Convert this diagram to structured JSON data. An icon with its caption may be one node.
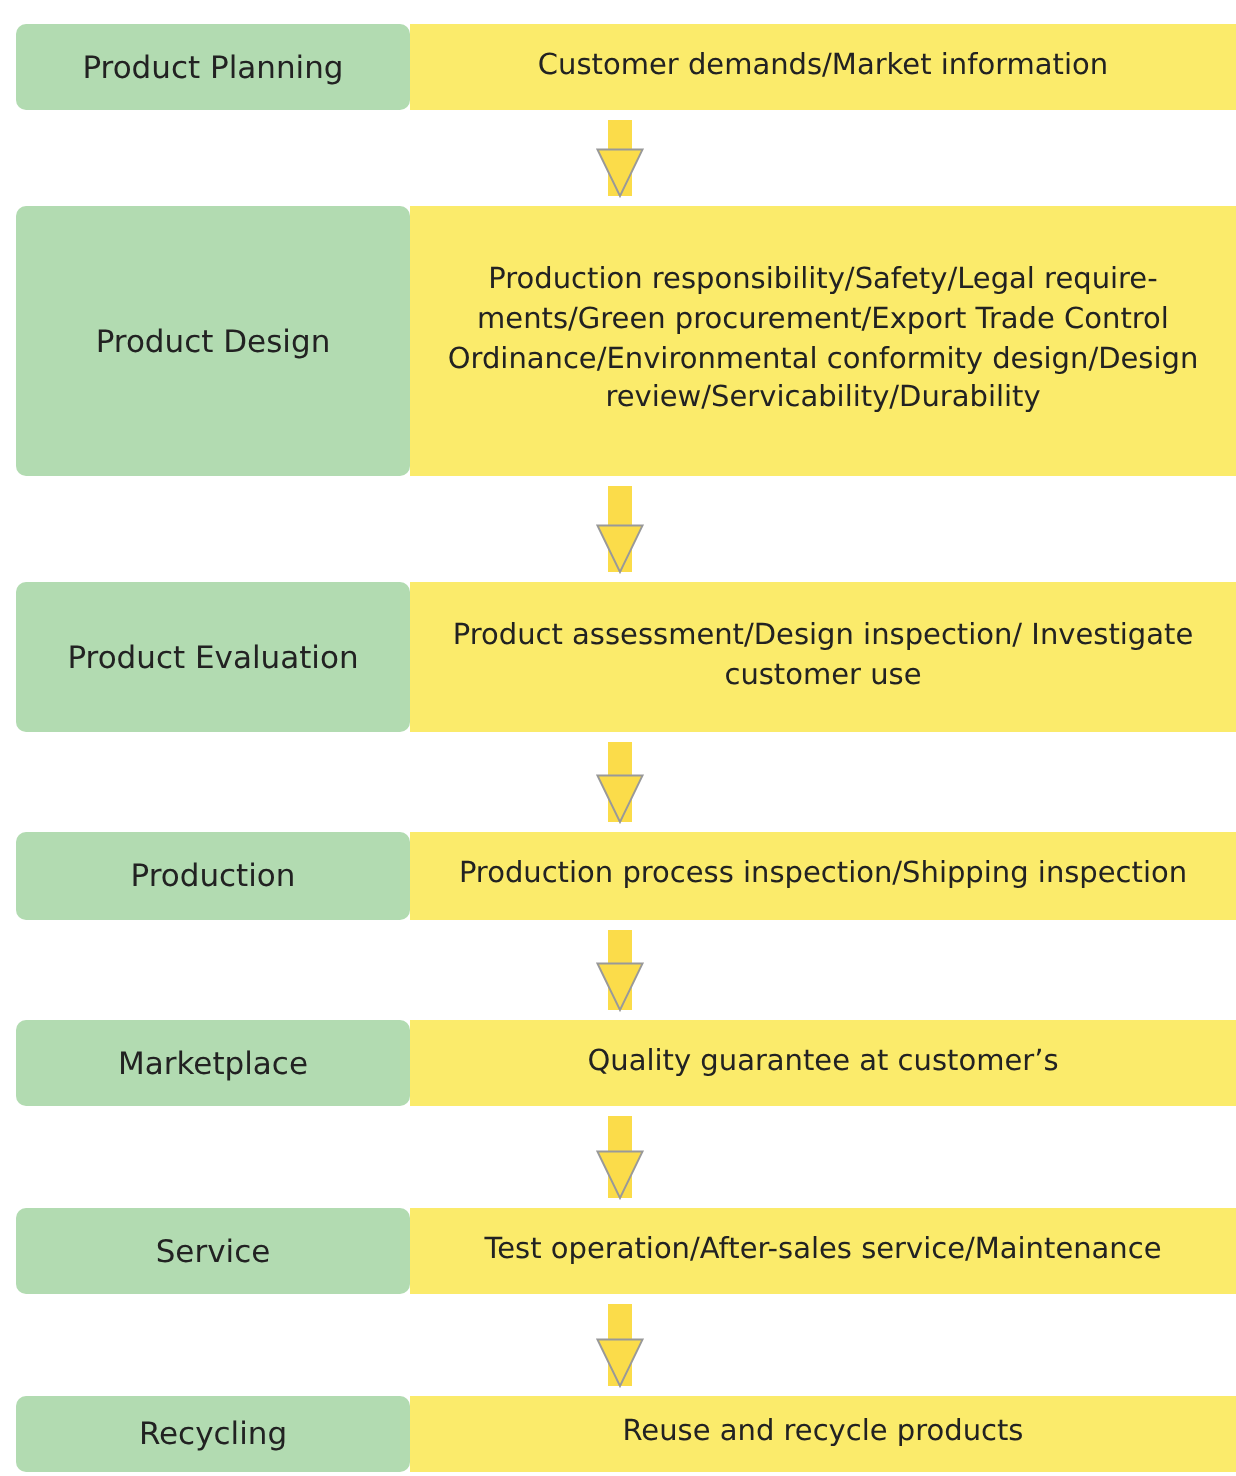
{
  "diagram": {
    "nodes": [
      {
        "text": [
          "Product Planning"
        ]
      },
      {
        "text": [
          "Customer demands/Market information"
        ]
      },
      {
        "text": [
          "Product Design"
        ]
      },
      {
        "text": [
          "Production responsibility/Safety/Legal require- ments/Green procurement/Export Trade Control Ordinance/Environmental conformity design/Design review/Servicability/Durability"
        ]
      },
      {
        "text": [
          "Product Evaluation"
        ]
      },
      {
        "text": [
          "Product assessment/Design inspection/ Investigate customer use"
        ]
      },
      {
        "text": [
          "Production"
        ]
      },
      {
        "text": [
          "Production process inspection/Shipping inspection"
        ]
      },
      {
        "text": [
          "Marketplace"
        ]
      },
      {
        "text": [
          "Quality guarantee at customer’s"
        ]
      },
      {
        "text": [
          "Service"
        ]
      },
      {
        "text": [
          "Test operation/After-sales service/Maintenance"
        ]
      },
      {
        "text": [
          "Recycling"
        ]
      },
      {
        "text": [
          "Reuse and recycle products"
        ]
      }
    ],
    "edges": [
      {
        "from": 1,
        "to": 3,
        "arrow": "to"
      },
      {
        "from": 3,
        "to": 5,
        "arrow": "to"
      },
      {
        "from": 5,
        "to": 7,
        "arrow": "to"
      },
      {
        "from": 7,
        "to": 9,
        "arrow": "to"
      },
      {
        "from": 9,
        "to": 11,
        "arrow": "to"
      },
      {
        "from": 11,
        "to": 13,
        "arrow": "to"
      }
    ]
  }
}
